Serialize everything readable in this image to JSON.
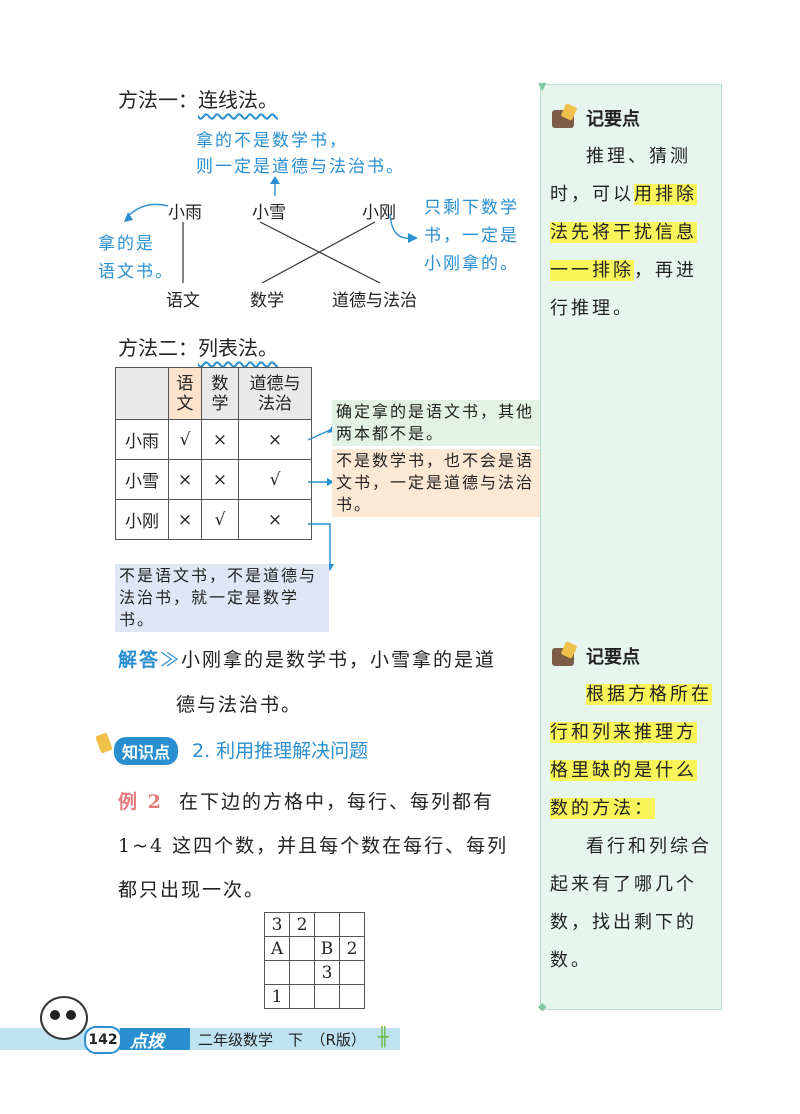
{
  "method1": {
    "label": "方法一：",
    "name": "连线法。"
  },
  "diagram": {
    "note_top_line1": "拿的不是数学书，",
    "note_top_line2": "则一定是道德与法治书。",
    "note_left_line1": "拿的是",
    "note_left_line2": "语文书。",
    "note_right_line1": "只剩下数学",
    "note_right_line2": "书，一定是",
    "note_right_line3": "小刚拿的。",
    "people": [
      "小雨",
      "小雪",
      "小刚"
    ],
    "books": [
      "语文",
      "数学",
      "道德与法治"
    ]
  },
  "method2": {
    "label": "方法二：",
    "name": "列表法。"
  },
  "table": {
    "headers": [
      "语\n文",
      "数\n学",
      "道德与\n法治"
    ],
    "rows": [
      {
        "name": "小雨",
        "cells": [
          "√",
          "×",
          "×"
        ]
      },
      {
        "name": "小雪",
        "cells": [
          "×",
          "×",
          "√"
        ]
      },
      {
        "name": "小刚",
        "cells": [
          "×",
          "√",
          "×"
        ]
      }
    ]
  },
  "notes": {
    "green": "确定拿的是语文书，其他两本都不是。",
    "orange": "不是数学书，也不会是语文书，一定是道德与法治书。",
    "blue": "不是语文书，不是道德与法治书，就一定是数学书。"
  },
  "answer": {
    "label": "解答",
    "line1": "小刚拿的是数学书，小雪拿的是道",
    "line2": "德与法治书。"
  },
  "knowledge": {
    "tag": "知识点",
    "title": "2. 利用推理解决问题"
  },
  "example": {
    "tag": "例 2",
    "line1": "在下边的方格中，每行、每列都有",
    "line2": "1~4 这四个数，并且每个数在每行、每列",
    "line3": "都只出现一次。"
  },
  "puzzle": [
    [
      "3",
      "2",
      "",
      ""
    ],
    [
      "A",
      "",
      "B",
      "2"
    ],
    [
      "",
      "",
      "3",
      ""
    ],
    [
      "1",
      "",
      "",
      ""
    ]
  ],
  "sidebar": {
    "box1_title": "记要点",
    "box1_text": {
      "a": "推理、猜测时，可以",
      "b": "用排除法先将干扰信息一一排除",
      "c": "，再进行推理。"
    },
    "box2_title": "记要点",
    "box2_text": {
      "a": "根据方格所在行和列来推理方格里缺的是什么数的方法：",
      "b": "看行和列综合起来有了哪几个数，找出剩下的数。"
    }
  },
  "footer": {
    "page": "142",
    "brand": "点拨",
    "book": "二年级数学　下　（R版）"
  }
}
